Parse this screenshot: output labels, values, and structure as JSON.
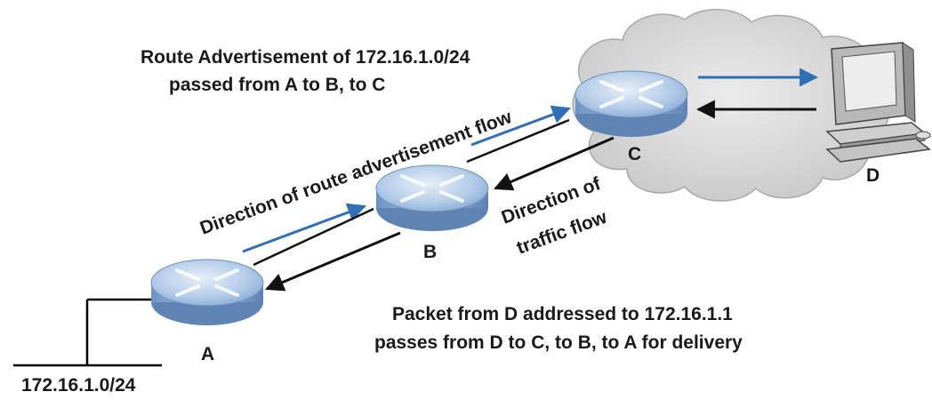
{
  "labels": {
    "route_adv_line1": "Route Advertisement of 172.16.1.0/24",
    "route_adv_line2": "passed from A to B, to C",
    "direction_route_flow": "Direction of route advertisement flow",
    "direction_traffic_line1": "Direction of",
    "direction_traffic_line2": "traffic flow",
    "packet_line1": "Packet from D addressed to 172.16.1.1",
    "packet_line2": "passes from D to C, to B, to A for delivery",
    "subnet": "172.16.1.0/24"
  },
  "nodes": {
    "a": "A",
    "b": "B",
    "c": "C",
    "d": "D"
  },
  "colors": {
    "router_body": "#8fb0d8",
    "router_top": "#c2d6ee",
    "advertisement_arrow": "#2e6fb5",
    "traffic_arrow": "#111111",
    "cloud": "#d9d9d9",
    "computer": "#c8c8c8"
  }
}
